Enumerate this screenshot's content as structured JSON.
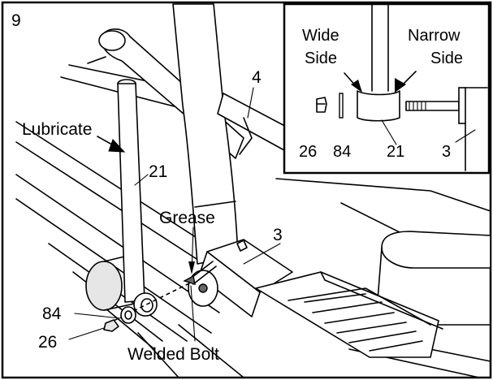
{
  "step_number": "9",
  "labels": {
    "lubricate": "Lubricate",
    "grease": "Grease",
    "welded_bolt": "Welded Bolt",
    "part_21": "21",
    "part_4": "4",
    "part_3": "3",
    "part_84": "84",
    "part_26": "26"
  },
  "inset": {
    "wide_line1": "Wide",
    "wide_line2": "Side",
    "narrow_line1": "Narrow",
    "narrow_line2": "Side",
    "part_26": "26",
    "part_84": "84",
    "part_21": "21",
    "part_3": "3"
  }
}
